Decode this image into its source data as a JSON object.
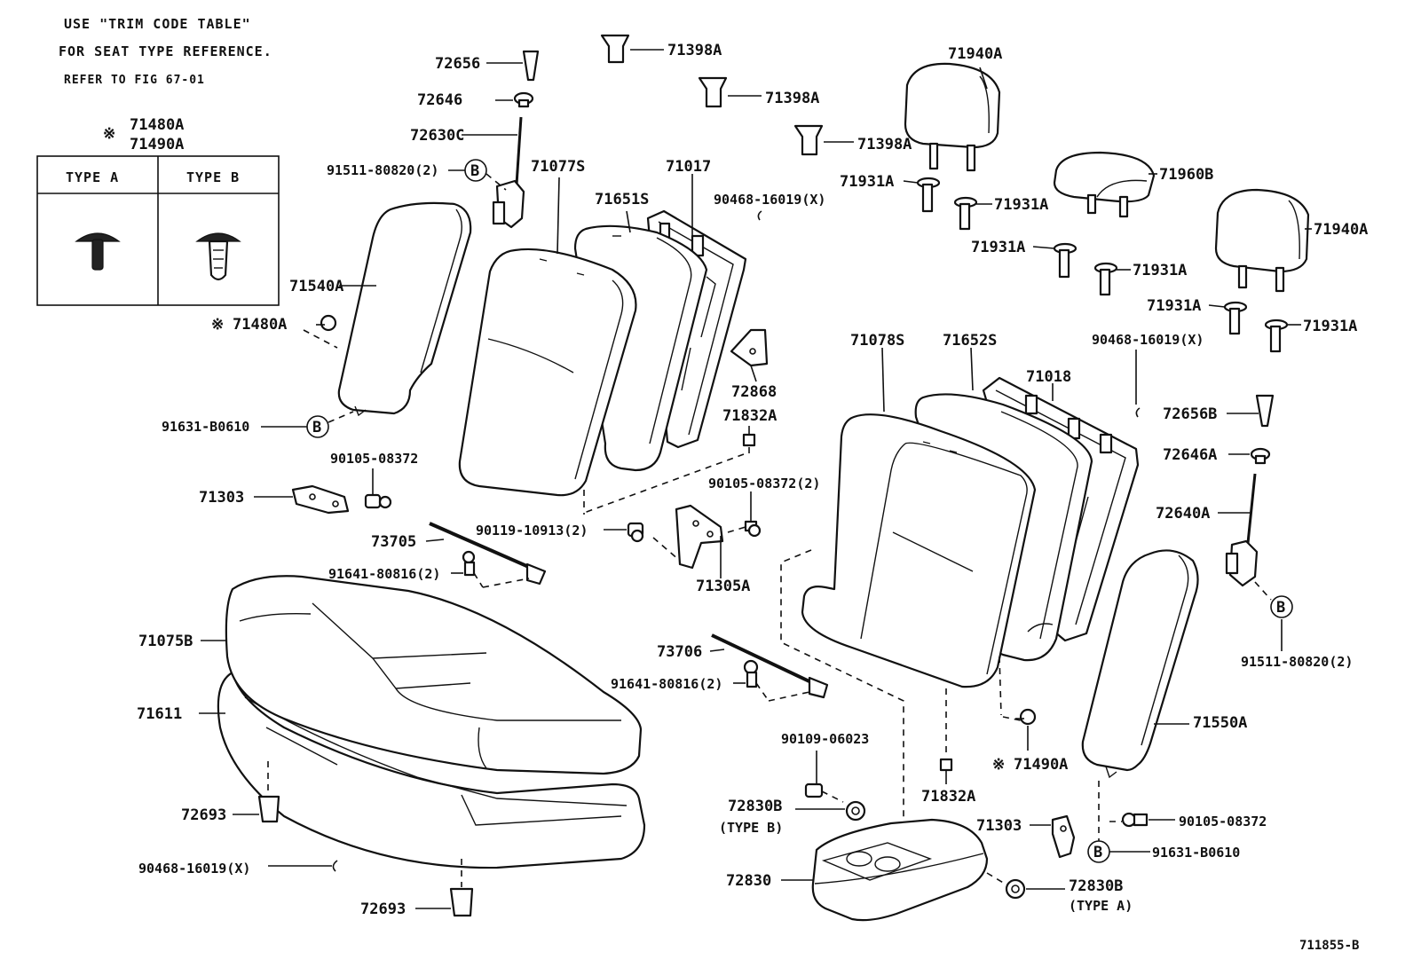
{
  "notes": {
    "line1": "USE \"TRIM CODE TABLE\"",
    "line2": "FOR SEAT TYPE REFERENCE.",
    "line3": "REFER TO FIG 67-01"
  },
  "legend": {
    "mark": "※",
    "part_a": "71480A",
    "part_b": "71490A",
    "type_a": "TYPE A",
    "type_b": "TYPE B"
  },
  "callout_b": "B",
  "figure_id": "711855-B",
  "parts": {
    "p72656": "72656",
    "p72646": "72646",
    "p72630C": "72630C",
    "p91511_left": "91511-80820(2)",
    "p71398A_1": "71398A",
    "p71398A_2": "71398A",
    "p71398A_3": "71398A",
    "p71940A_1": "71940A",
    "p71940A_2": "71940A",
    "p71960B": "71960B",
    "p71931A_1": "71931A",
    "p71931A_2": "71931A",
    "p71931A_3": "71931A",
    "p71931A_4": "71931A",
    "p71931A_5": "71931A",
    "p71931A_6": "71931A",
    "p71077S": "71077S",
    "p71017": "71017",
    "p71651S": "71651S",
    "p90468_top": "90468-16019(X)",
    "p71540A": "71540A",
    "p71480A": "71480A",
    "p91631_left": "91631-B0610",
    "p72868": "72868",
    "p71832A_1": "71832A",
    "p90105_left": "90105-08372",
    "p71303_left": "71303",
    "p90105_mid": "90105-08372(2)",
    "p73705": "73705",
    "p90119": "90119-10913(2)",
    "p91641_1": "91641-80816(2)",
    "p71305A": "71305A",
    "p71078S": "71078S",
    "p71652S": "71652S",
    "p71018": "71018",
    "p90468_right": "90468-16019(X)",
    "p72656B": "72656B",
    "p72646A": "72646A",
    "p72640A": "72640A",
    "p91511_right": "91511-80820(2)",
    "p71075B": "71075B",
    "p71611": "71611",
    "p73706": "73706",
    "p91641_2": "91641-80816(2)",
    "p71550A": "71550A",
    "p90109": "90109-06023",
    "p71490A": "71490A",
    "p71832A_2": "71832A",
    "p72693_1": "72693",
    "p72830B_1": "72830B",
    "p72830B_1_type": "(TYPE B)",
    "p71303_right": "71303",
    "p90105_right": "90105-08372",
    "p91631_right": "91631-B0610",
    "p90468_bottom": "90468-16019(X)",
    "p72830": "72830",
    "p72830B_2": "72830B",
    "p72830B_2_type": "(TYPE A)",
    "p72693_2": "72693"
  }
}
